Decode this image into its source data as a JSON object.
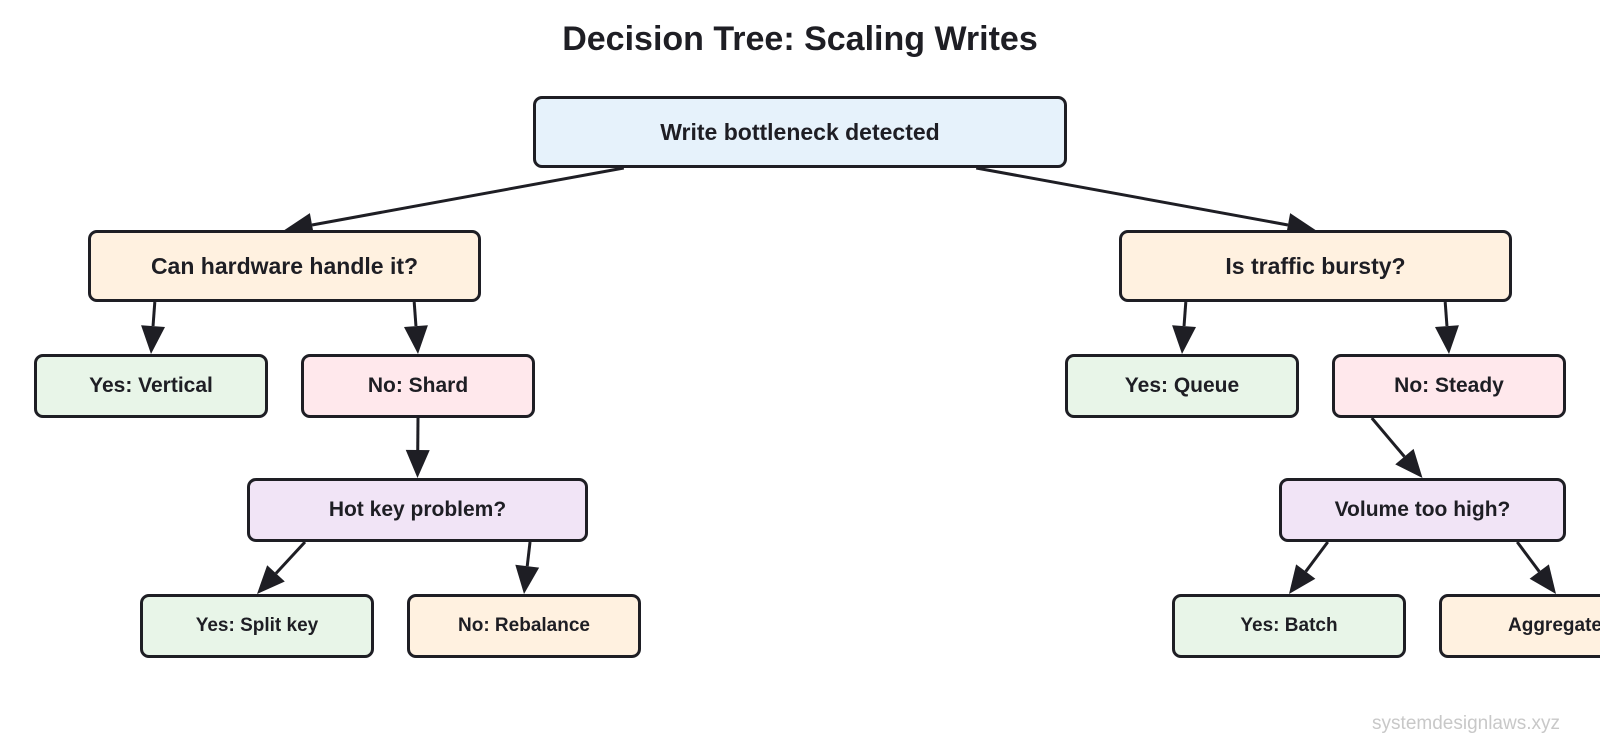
{
  "title": "Decision Tree: Scaling Writes",
  "watermark": "systemdesignlaws.xyz",
  "colors": {
    "root": "#e6f2fb",
    "question": "#fff1e0",
    "yes": "#e8f5e8",
    "no": "#ffe8ec",
    "sub_question": "#f1e4f6",
    "stroke": "#1e1e24"
  },
  "nodes": {
    "root": "Write bottleneck detected",
    "q_hardware": "Can hardware handle it?",
    "q_bursty": "Is traffic bursty?",
    "yes_vertical": "Yes: Vertical",
    "no_shard": "No: Shard",
    "yes_queue": "Yes: Queue",
    "no_steady": "No: Steady",
    "q_hotkey": "Hot key problem?",
    "q_volume": "Volume too high?",
    "yes_split_key": "Yes: Split key",
    "no_rebalance": "No: Rebalance",
    "yes_batch": "Yes: Batch",
    "aggregate": "Aggregate"
  },
  "edges": [
    [
      "root",
      "q_hardware"
    ],
    [
      "root",
      "q_bursty"
    ],
    [
      "q_hardware",
      "yes_vertical"
    ],
    [
      "q_hardware",
      "no_shard"
    ],
    [
      "no_shard",
      "q_hotkey"
    ],
    [
      "q_hotkey",
      "yes_split_key"
    ],
    [
      "q_hotkey",
      "no_rebalance"
    ],
    [
      "q_bursty",
      "yes_queue"
    ],
    [
      "q_bursty",
      "no_steady"
    ],
    [
      "no_steady",
      "q_volume"
    ],
    [
      "q_volume",
      "yes_batch"
    ],
    [
      "q_volume",
      "aggregate"
    ]
  ]
}
